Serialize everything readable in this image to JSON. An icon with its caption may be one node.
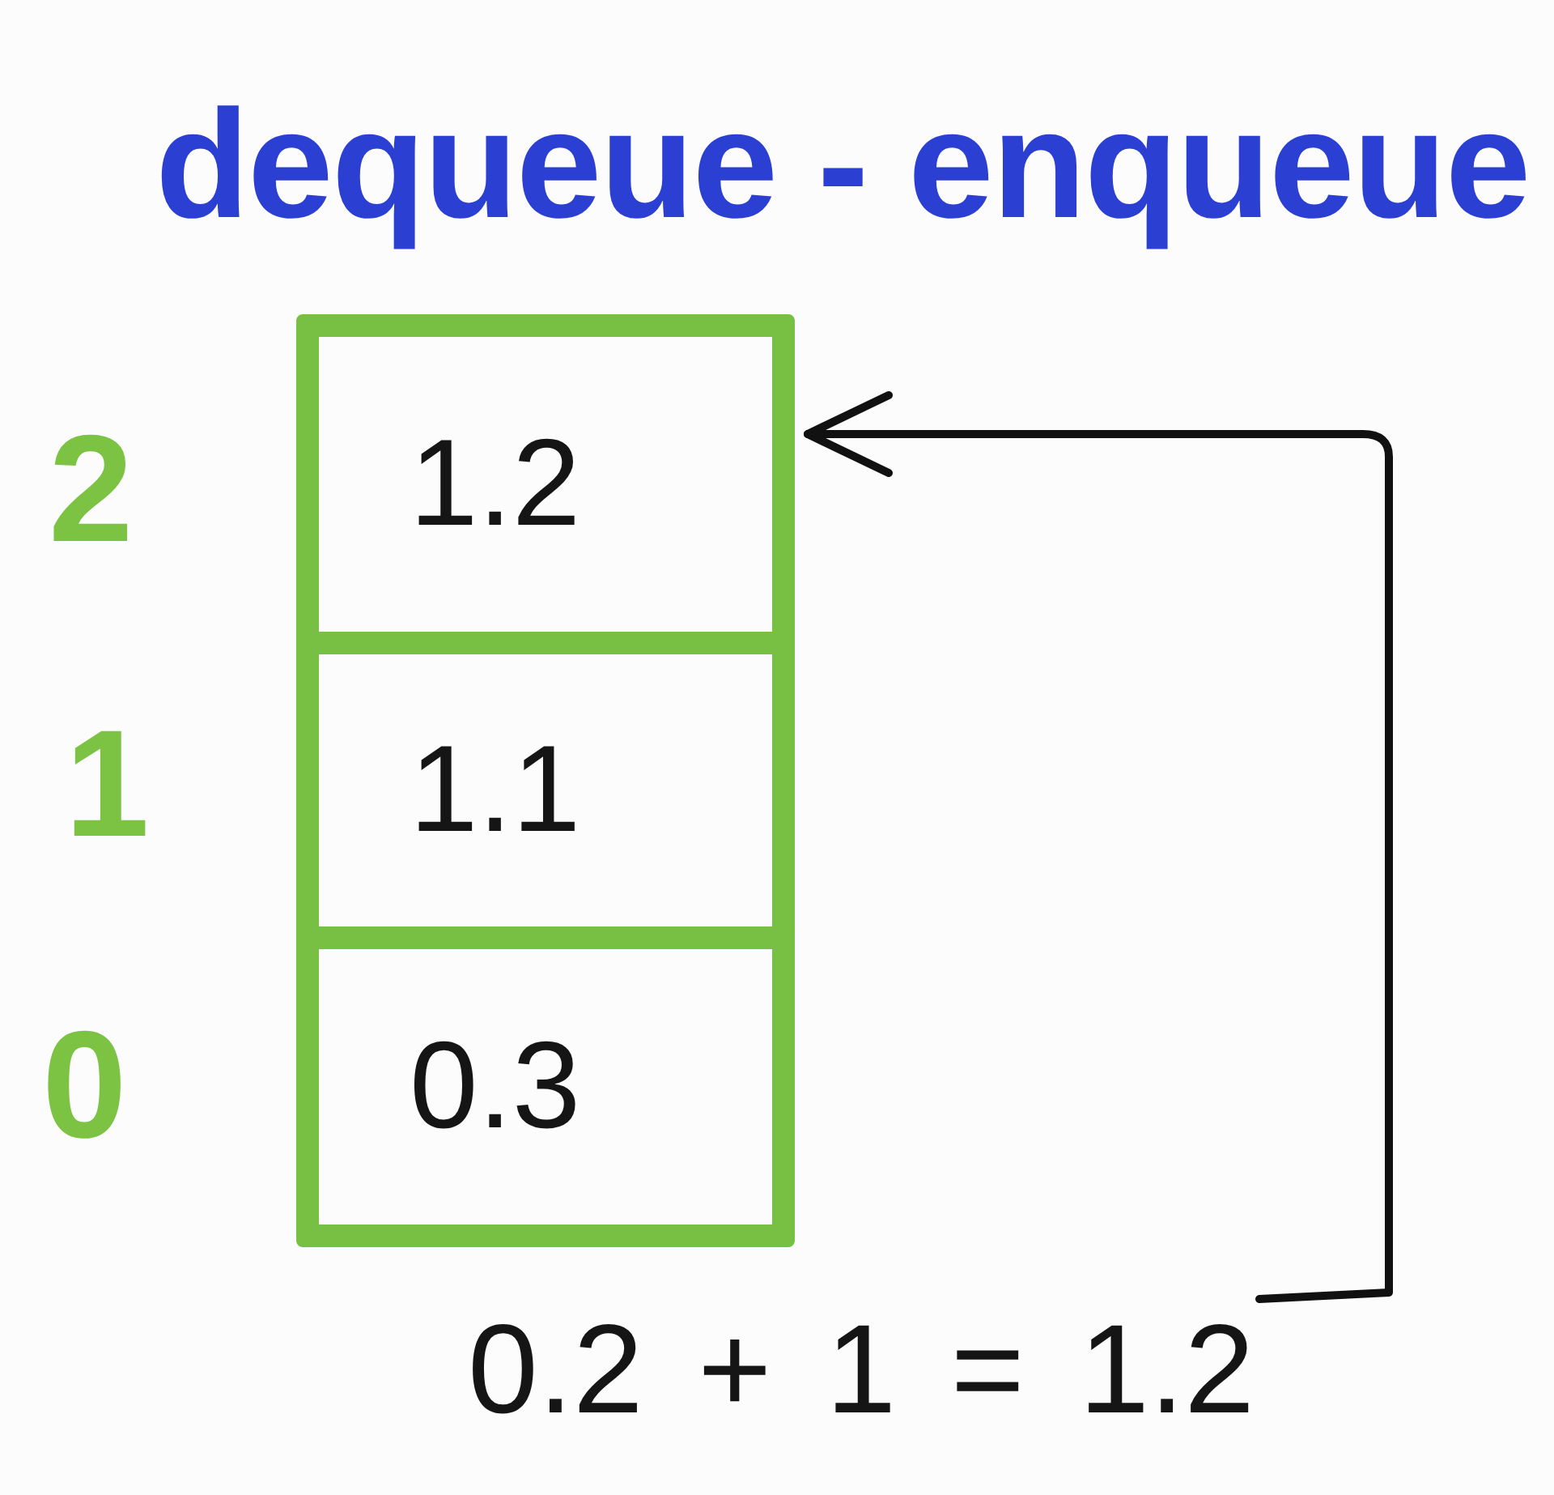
{
  "diagram": {
    "title": "dequeue - enqueue",
    "nodes": [
      {
        "text": [
          "1.2"
        ],
        "beside": [
          "2"
        ]
      },
      {
        "text": [
          "1.1"
        ],
        "beside": [
          "1"
        ]
      },
      {
        "text": [
          "0.3"
        ],
        "beside": [
          "0"
        ]
      },
      {
        "text": [
          "0.2 + 1 = 1.2"
        ]
      }
    ],
    "edges": [
      {
        "from": 3,
        "to": 0,
        "arrow": "to"
      }
    ]
  }
}
